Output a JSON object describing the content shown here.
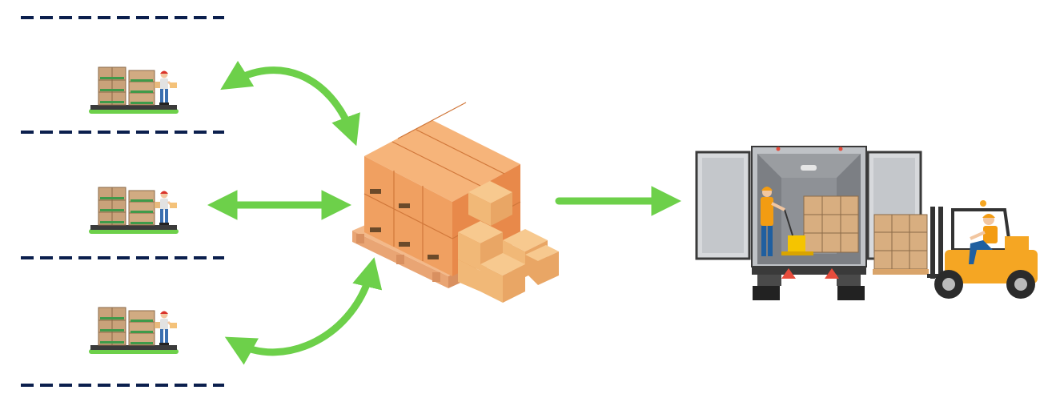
{
  "diagram": {
    "colors": {
      "divider": "#0b1f4d",
      "arrow": "#6dd04a",
      "box_light": "#f6b47a",
      "box_mid": "#f0a061",
      "box_dark": "#e8894a",
      "pallet": "#f3b98a",
      "truck_body": "#d7d9dc",
      "truck_frame": "#3a3a3a",
      "forklift": "#f5a623",
      "worker_vest": "#f39c12",
      "worker_pants": "#1f5fa0"
    },
    "nodes": [
      {
        "id": "stock-row-1",
        "icon": "warehouse-shelf-worker-icon"
      },
      {
        "id": "stock-row-2",
        "icon": "warehouse-shelf-worker-icon"
      },
      {
        "id": "stock-row-3",
        "icon": "warehouse-shelf-worker-icon"
      },
      {
        "id": "consolidated-pallet",
        "icon": "pallet-boxes-icon"
      },
      {
        "id": "truck-loading",
        "icon": "truck-forklift-icon"
      }
    ],
    "edges": [
      {
        "from": "stock-row-1",
        "to": "consolidated-pallet",
        "style": "curved-bidirectional"
      },
      {
        "from": "stock-row-2",
        "to": "consolidated-pallet",
        "style": "straight-bidirectional"
      },
      {
        "from": "stock-row-3",
        "to": "consolidated-pallet",
        "style": "curved-bidirectional"
      },
      {
        "from": "consolidated-pallet",
        "to": "truck-loading",
        "style": "straight-unidirectional"
      }
    ]
  }
}
